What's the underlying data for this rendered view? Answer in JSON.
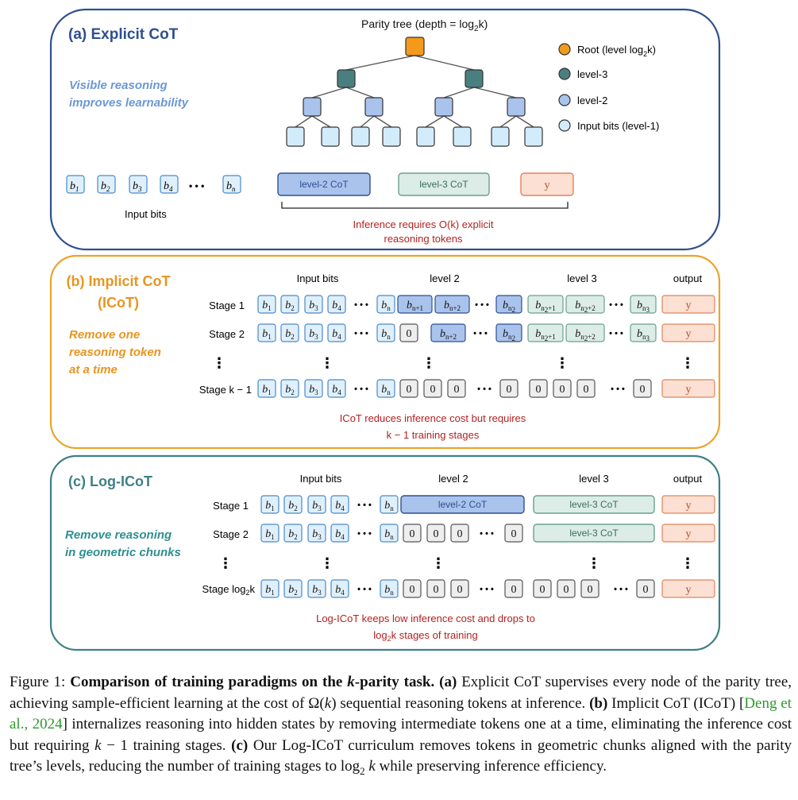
{
  "colors": {
    "panel_a": "#2f4f8f",
    "panel_b": "#eba42a",
    "panel_c": "#3f7f86",
    "root": "#f39a1c",
    "level3": "#4a7f80",
    "level2": "#a9c3ec",
    "input": "#d3ecfb",
    "red": "#b52121",
    "orange_text": "#e8951f",
    "blue_text": "#6b98d4",
    "teal_text": "#2e8f8f"
  },
  "panel_a": {
    "title": "(a) Explicit CoT",
    "tagline_1": "Visible reasoning",
    "tagline_2": "improves learnability",
    "tree_title": "Parity tree (depth = log",
    "tree_title_sub": "2",
    "tree_title_end": "k)",
    "legend": [
      {
        "label": "Root (level log",
        "sub": "2",
        "end": "k)",
        "icon": "root-node-icon"
      },
      {
        "label": "level-3",
        "sub": "",
        "end": "",
        "icon": "level3-node-icon"
      },
      {
        "label": "level-2",
        "sub": "",
        "end": "",
        "icon": "level2-node-icon"
      },
      {
        "label": "Input bits (level-1)",
        "sub": "",
        "end": "",
        "icon": "input-node-icon"
      }
    ],
    "bits": [
      "b",
      "b",
      "b",
      "b",
      "b"
    ],
    "bit_subs": [
      "1",
      "2",
      "3",
      "4",
      "n"
    ],
    "dots": "• • •",
    "input_label": "Input bits",
    "level2_cot": "level-2 CoT",
    "level3_cot": "level-3 CoT",
    "y": "y",
    "note_1": "Inference requires O(k) explicit",
    "note_2": "reasoning tokens"
  },
  "panel_b": {
    "title_1": "(b) Implicit CoT",
    "title_2": "(ICoT)",
    "tagline_1": "Remove one",
    "tagline_2": "reasoning token",
    "tagline_3": "at a time",
    "col_input": "Input bits",
    "col_level2": "level 2",
    "col_level3": "level 3",
    "col_output": "output",
    "stage_1": "Stage 1",
    "stage_2": "Stage 2",
    "stage_k": "Stage k − 1",
    "vdots": "⋮",
    "dots": "• • •",
    "zero": "0",
    "y": "y",
    "b": "b",
    "sub_n1": "n+1",
    "sub_n2": "n+2",
    "sub_nn2": "n",
    "sub_nn2_2": "2",
    "sub_n21": "+1",
    "sub_n22": "+2",
    "sub_nn3": "3",
    "note_1": "ICoT reduces inference cost but requires",
    "note_2": "k − 1 training stages"
  },
  "panel_c": {
    "title": "(c) Log-ICoT",
    "tagline_1": "Remove reasoning",
    "tagline_2": "in geometric chunks",
    "col_input": "Input bits",
    "col_level2": "level 2",
    "col_level3": "level 3",
    "col_output": "output",
    "stage_1": "Stage 1",
    "stage_2": "Stage 2",
    "stage_log": "Stage log",
    "stage_log_sub": "2",
    "stage_log_end": "k",
    "level2_cot": "level-2 CoT",
    "level3_cot": "level-3 CoT",
    "vdots": "⋮",
    "dots": "• • •",
    "zero": "0",
    "y": "y",
    "note_1": "Log-ICoT keeps low inference cost and drops to",
    "note_2": "log",
    "note_2_sub": "2",
    "note_2_end": "k stages of training"
  },
  "caption": {
    "fig": "Figure 1: ",
    "bold_title": "Comparison of training paradigms on the ",
    "bold_k": "k",
    "bold_end": "-parity task.",
    "a_tag": "(a)",
    "a_text": " Explicit CoT supervises every node of the parity tree, achieving sample-efficient learning at the cost of Ω(",
    "a_k": "k",
    "a_text2": ") sequential reasoning tokens at inference. ",
    "b_tag": "(b)",
    "b_text": " Implicit CoT (ICoT) [",
    "cite": "Deng et al., 2024",
    "b_text2": "] internalizes reasoning into hidden states by removing intermediate tokens one at a time, eliminating the inference cost but requiring ",
    "b_k": "k",
    "b_text3": " − 1 training stages. ",
    "c_tag": "(c)",
    "c_text": " Our Log-ICoT curriculum removes tokens in geometric chunks aligned with the parity tree’s levels, reducing the number of training stages to log",
    "c_sub": "2",
    "c_k": " k",
    "c_text2": " while preserving inference efficiency."
  }
}
